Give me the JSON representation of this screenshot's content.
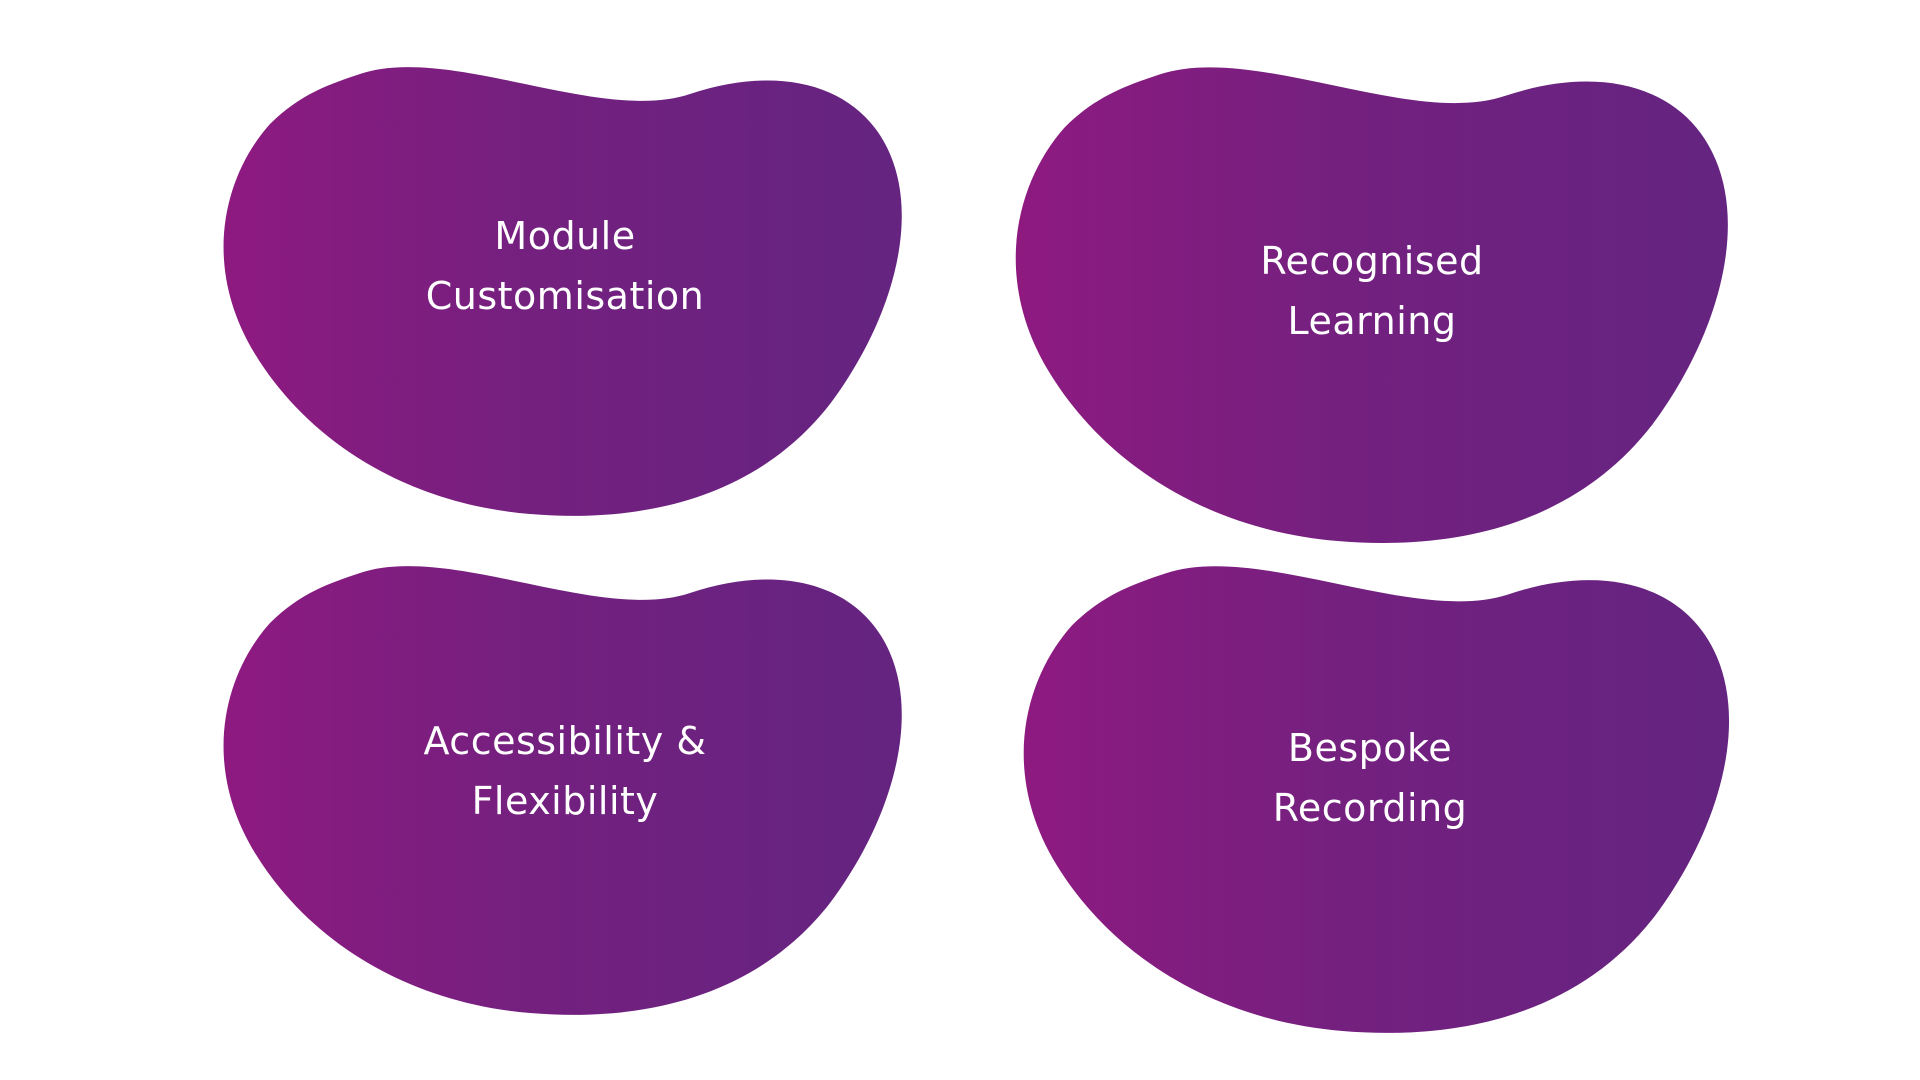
{
  "colors": {
    "gradient_start": "#8e1a80",
    "gradient_mid": "#74207f",
    "gradient_end": "#642480",
    "text": "#ffffff",
    "background": "#ffffff"
  },
  "cards": [
    {
      "line1": "Module",
      "line2": "Customisation"
    },
    {
      "line1": "Recognised",
      "line2": "Learning"
    },
    {
      "line1": "Accessibility &",
      "line2": "Flexibility"
    },
    {
      "line1": "Bespoke",
      "line2": "Recording"
    }
  ]
}
